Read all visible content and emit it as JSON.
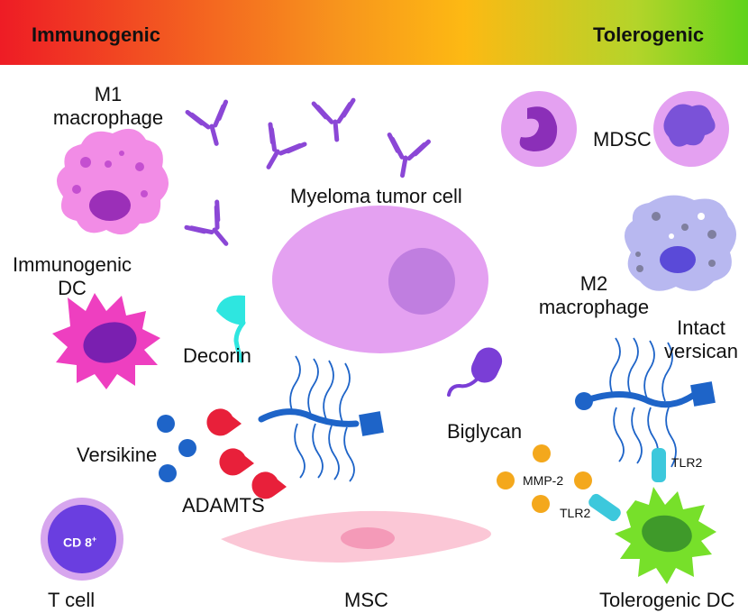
{
  "header": {
    "left_label": "Immunogenic",
    "right_label": "Tolerogenic",
    "gradient_colors": [
      "#ee1c25",
      "#f7941d",
      "#fdb913",
      "#8dc63f",
      "#5fd31a"
    ]
  },
  "labels": {
    "m1_line1": "M1",
    "m1_line2": "macrophage",
    "myeloma": "Myeloma tumor cell",
    "mdsc": "MDSC",
    "immuno_dc_line1": "Immunogenic",
    "immuno_dc_line2": "DC",
    "m2_line1": "M2",
    "m2_line2": "macrophage",
    "decorin": "Decorin",
    "intact_line1": "Intact",
    "intact_line2": "versican",
    "biglycan": "Biglycan",
    "versikine": "Versikine",
    "adamts": "ADAMTS",
    "mmp2": "MMP-2",
    "tlr2_top": "TLR2",
    "tlr2_bottom": "TLR2",
    "cd8": "CD 8",
    "cd8_sup": "+",
    "tcell": "T cell",
    "msc": "MSC",
    "tolero_dc": "Tolerogenic DC"
  },
  "colors": {
    "m1": "#f28ce6",
    "m1_nucleus": "#9b2fb8",
    "antibody": "#8b47d6",
    "myeloma": "#e4a1f1",
    "myeloma_nucleus": "#c07ee0",
    "mdsc": "#e4a1f1",
    "mdsc_nucleus": "#8b2fb8",
    "immuno_dc": "#ee3fc0",
    "immuno_dc_nucleus": "#7a1fb0",
    "m2": "#b8b8f0",
    "m2_nucleus": "#5a4ad8",
    "decorin": "#2ee6e0",
    "versican": "#1e64c8",
    "biglycan": "#7a3ed6",
    "adamts": "#e8203a",
    "versikine": "#1e64c8",
    "mmp2": "#f4a81c",
    "tlr2": "#3cc8dc",
    "tcell_outer": "#d7a6ee",
    "tcell_inner": "#6a3ee0",
    "msc": "#fbc7d6",
    "msc_nucleus": "#f49ab8",
    "tolero_dc": "#77e02a",
    "tolero_dc_nucleus": "#3f9a2a"
  }
}
